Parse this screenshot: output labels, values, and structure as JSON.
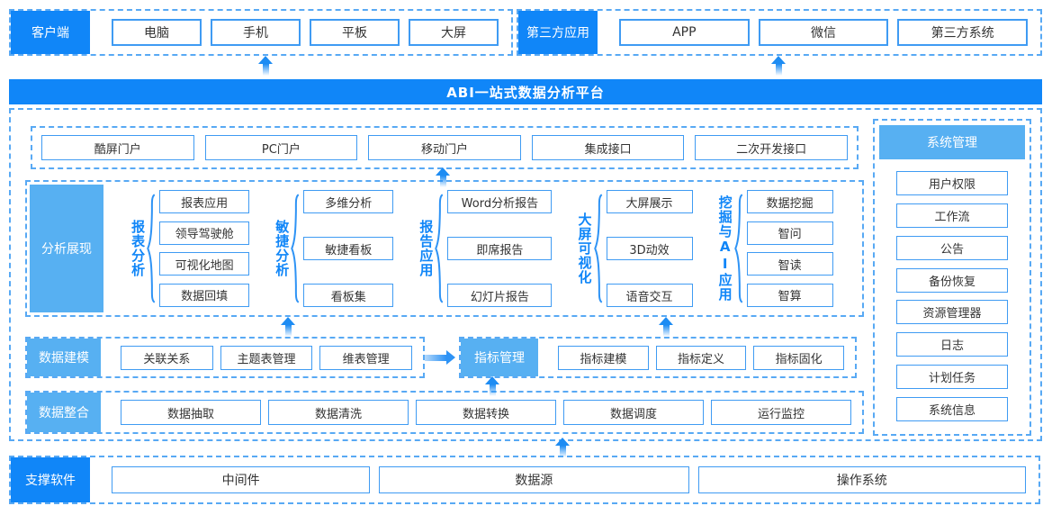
{
  "colors": {
    "primary_blue": "#1086f8",
    "light_blue": "#57b0f2",
    "box_border_blue": "#3f9bf3",
    "dashed_border_blue": "#58a9f4",
    "box_text": "#333333"
  },
  "top": {
    "client": {
      "label": "客户端",
      "items": [
        "电脑",
        "手机",
        "平板",
        "大屏"
      ]
    },
    "third_party": {
      "label": "第三方应用",
      "items": [
        "APP",
        "微信",
        "第三方系统"
      ]
    }
  },
  "banner": {
    "title": "ABI一站式数据分析平台"
  },
  "platform": {
    "portal_row": [
      "酷屏门户",
      "PC门户",
      "移动门户",
      "集成接口",
      "二次开发接口"
    ],
    "analysis": {
      "label": "分析展现",
      "groups": [
        {
          "name": "报表分析",
          "items": [
            "报表应用",
            "领导驾驶舱",
            "可视化地图",
            "数据回填"
          ]
        },
        {
          "name": "敏捷分析",
          "items": [
            "多维分析",
            "敏捷看板",
            "看板集"
          ]
        },
        {
          "name": "报告应用",
          "items": [
            "Word分析报告",
            "即席报告",
            "幻灯片报告"
          ]
        },
        {
          "name": "大屏可视化",
          "items": [
            "大屏展示",
            "3D动效",
            "语音交互"
          ]
        },
        {
          "name": "挖掘与AI应用",
          "items": [
            "数据挖掘",
            "智问",
            "智读",
            "智算"
          ]
        }
      ]
    },
    "modeling": {
      "label": "数据建模",
      "items": [
        "关联关系",
        "主题表管理",
        "维表管理"
      ],
      "indicator_label": "指标管理",
      "indicator_items": [
        "指标建模",
        "指标定义",
        "指标固化"
      ]
    },
    "integration": {
      "label": "数据整合",
      "items": [
        "数据抽取",
        "数据清洗",
        "数据转换",
        "数据调度",
        "运行监控"
      ]
    },
    "system": {
      "label": "系统管理",
      "items": [
        "用户权限",
        "工作流",
        "公告",
        "备份恢复",
        "资源管理器",
        "日志",
        "计划任务",
        "系统信息"
      ]
    }
  },
  "support": {
    "label": "支撑软件",
    "items": [
      "中间件",
      "数据源",
      "操作系统"
    ]
  }
}
